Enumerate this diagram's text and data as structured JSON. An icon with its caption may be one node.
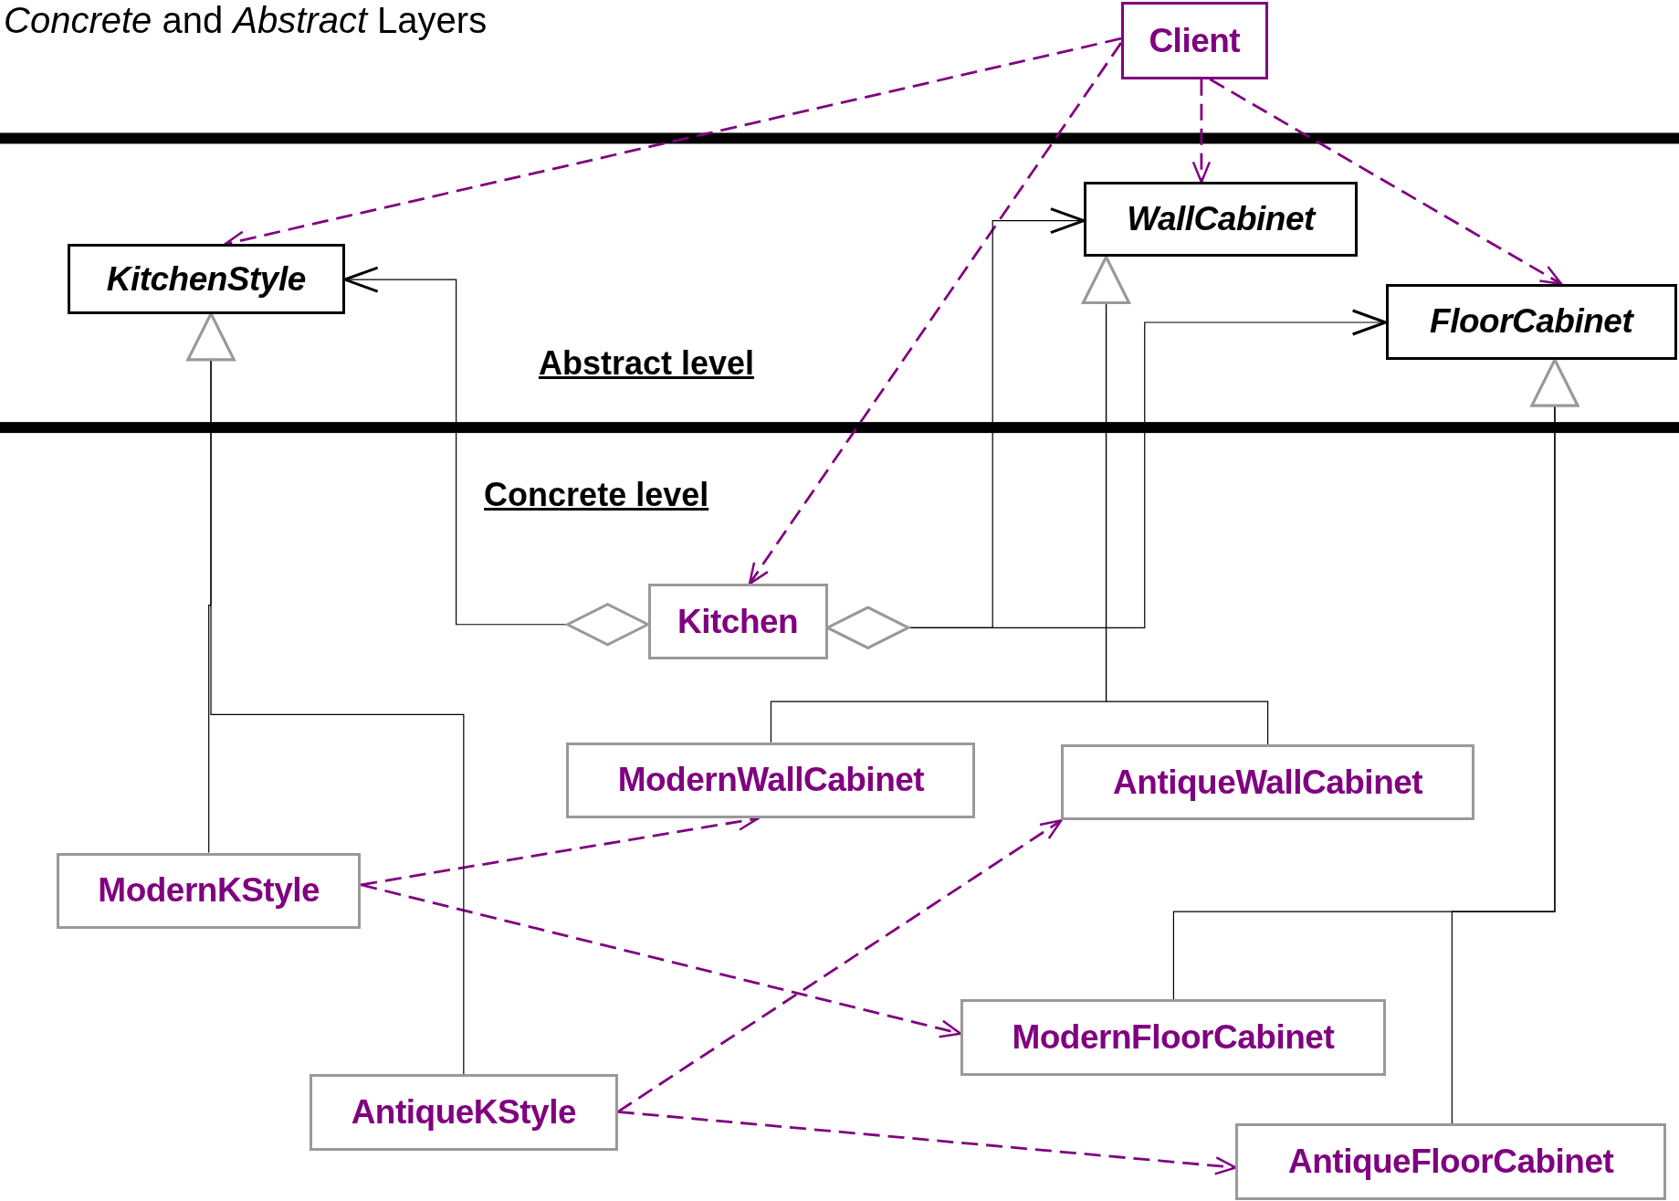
{
  "diagram": {
    "title": "*Concrete* and *Abstract* Layers",
    "nodes": [
      {
        "text": [
          "Client"
        ]
      },
      {
        "text": [
          "KitchenStyle"
        ]
      },
      {
        "text": [
          "WallCabinet"
        ]
      },
      {
        "text": [
          "FloorCabinet"
        ]
      },
      {
        "text": [
          "Kitchen"
        ]
      },
      {
        "text": [
          "ModernWallCabinet"
        ]
      },
      {
        "text": [
          "AntiqueWallCabinet"
        ]
      },
      {
        "text": [
          "ModernKStyle"
        ]
      },
      {
        "text": [
          "ModernFloorCabinet"
        ]
      },
      {
        "text": [
          "AntiqueKStyle"
        ]
      },
      {
        "text": [
          "AntiqueFloorCabinet"
        ]
      }
    ],
    "edges": [
      {
        "from": 0,
        "to": 1,
        "arrow": "to",
        "style": "dashed",
        "color": "#800080"
      },
      {
        "from": 0,
        "to": 4,
        "arrow": "to",
        "style": "dashed",
        "color": "#800080"
      },
      {
        "from": 0,
        "to": 2,
        "arrow": "to",
        "style": "dashed",
        "color": "#800080"
      },
      {
        "from": 0,
        "to": 3,
        "arrow": "to",
        "style": "dashed",
        "color": "#800080"
      },
      {
        "from": 7,
        "to": 5,
        "arrow": "to",
        "style": "dashed",
        "color": "#800080"
      },
      {
        "from": 7,
        "to": 8,
        "arrow": "to",
        "style": "dashed",
        "color": "#800080"
      },
      {
        "from": 9,
        "to": 6,
        "arrow": "to",
        "style": "dashed",
        "color": "#800080"
      },
      {
        "from": 9,
        "to": 10,
        "arrow": "to",
        "style": "dashed",
        "color": "#800080"
      },
      {
        "from": 4,
        "to": 1,
        "arrow": "to"
      },
      {
        "from": 4,
        "to": 2,
        "arrow": "to"
      },
      {
        "from": 4,
        "to": 3,
        "arrow": "to"
      },
      {
        "from": 7,
        "to": 1,
        "arrow": "to"
      },
      {
        "from": 9,
        "to": 1,
        "arrow": "to"
      },
      {
        "from": 5,
        "to": 2,
        "arrow": "to"
      },
      {
        "from": 6,
        "to": 2,
        "arrow": "to"
      },
      {
        "from": 8,
        "to": 3,
        "arrow": "to"
      },
      {
        "from": 10,
        "to": 3,
        "arrow": "to"
      }
    ],
    "labels": [
      "Abstract level",
      "Concrete level"
    ]
  }
}
